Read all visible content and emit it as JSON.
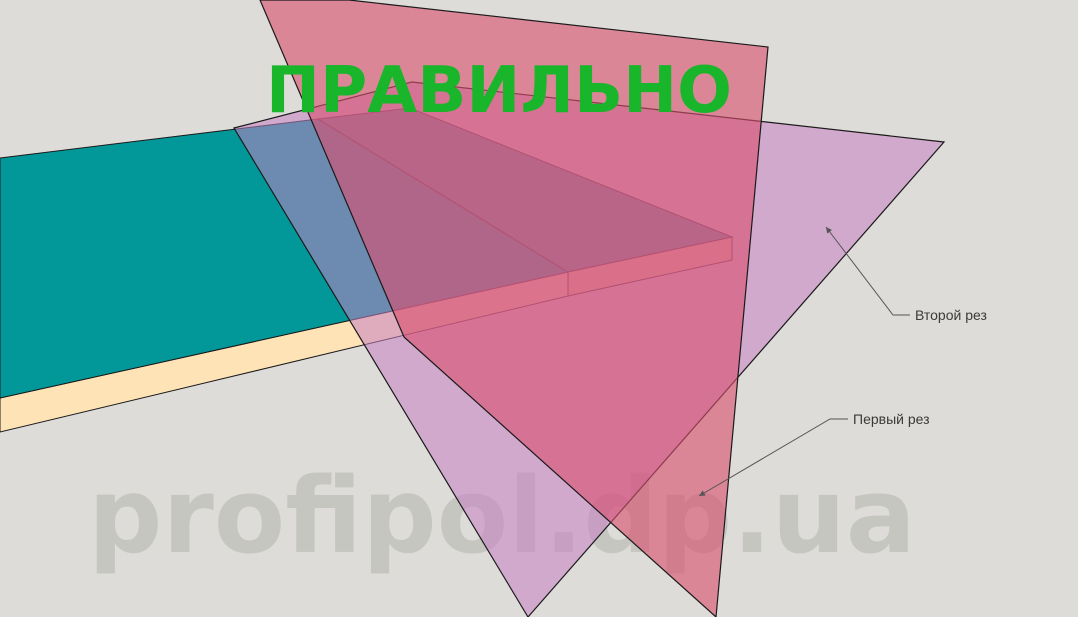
{
  "heading": "ПРАВИЛЬНО",
  "watermark": "profipol.dp.ua",
  "callouts": {
    "second_cut": "Второй рез",
    "first_cut": "Первый рез"
  },
  "colors": {
    "background": "#dddcd8",
    "board_top": "#02989a",
    "board_edge": "#fde3b6",
    "heading": "#19b52a",
    "second_cut_plane": "#d09bd0",
    "first_cut_plane": "#cf5f78"
  }
}
